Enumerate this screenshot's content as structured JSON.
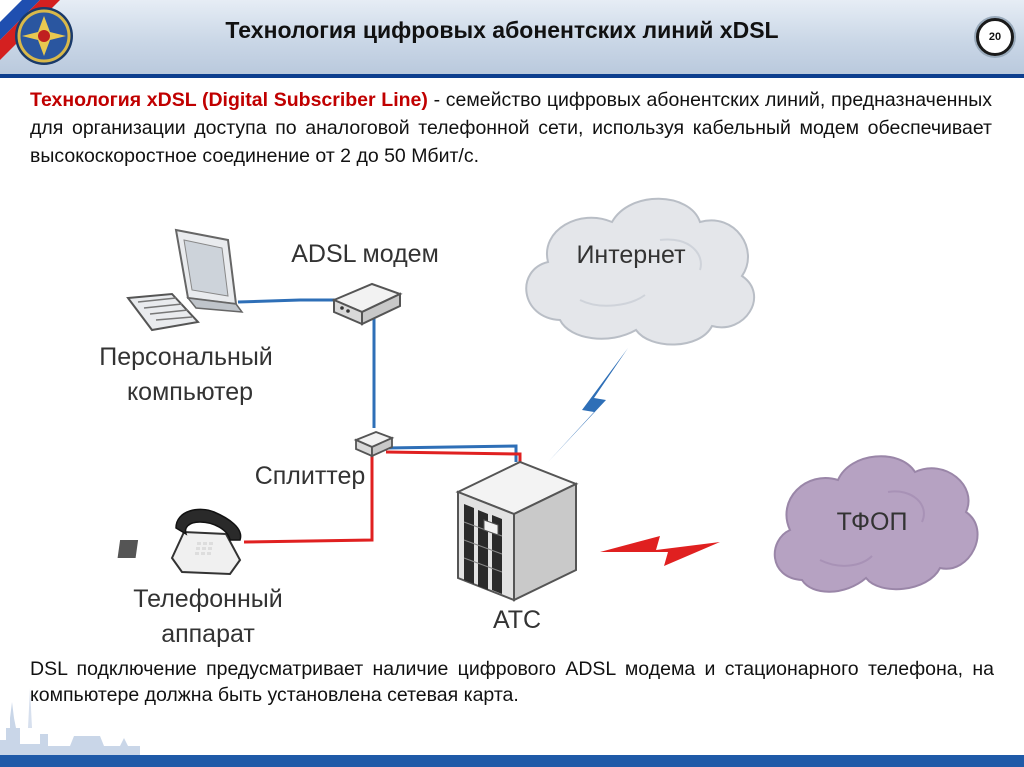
{
  "header": {
    "title": "Технология цифровых абонентских линий xDSL",
    "page_number": "20"
  },
  "intro": {
    "highlight": "Технология xDSL (Digital Subscriber Line)",
    "text": " - семейство цифровых абонентских линий, предназначенных для организации  доступа по аналоговой телефонной сети, используя кабельный модем обеспечивает высокоскоростное соединение от 2 до 50 Мбит/с."
  },
  "diagram": {
    "pc_label_1": "Персональный",
    "pc_label_2": "компьютер",
    "modem_label": "ADSL модем",
    "splitter_label": "Сплиттер",
    "phone_label_1": "Телефонный",
    "phone_label_2": "аппарат",
    "ats_label": "АТС",
    "internet_label": "Интернет",
    "pstn_label": "ТФОП",
    "colors": {
      "data_line": "#2e6fb7",
      "voice_line": "#e02020",
      "internet_cloud": "#e4e6ea",
      "pstn_cloud": "#b6a2c2"
    }
  },
  "footer": {
    "text": "DSL подключение предусматривает наличие цифрового ADSL модема и стационарного телефона, на компьютере должна быть установлена сетевая карта."
  }
}
